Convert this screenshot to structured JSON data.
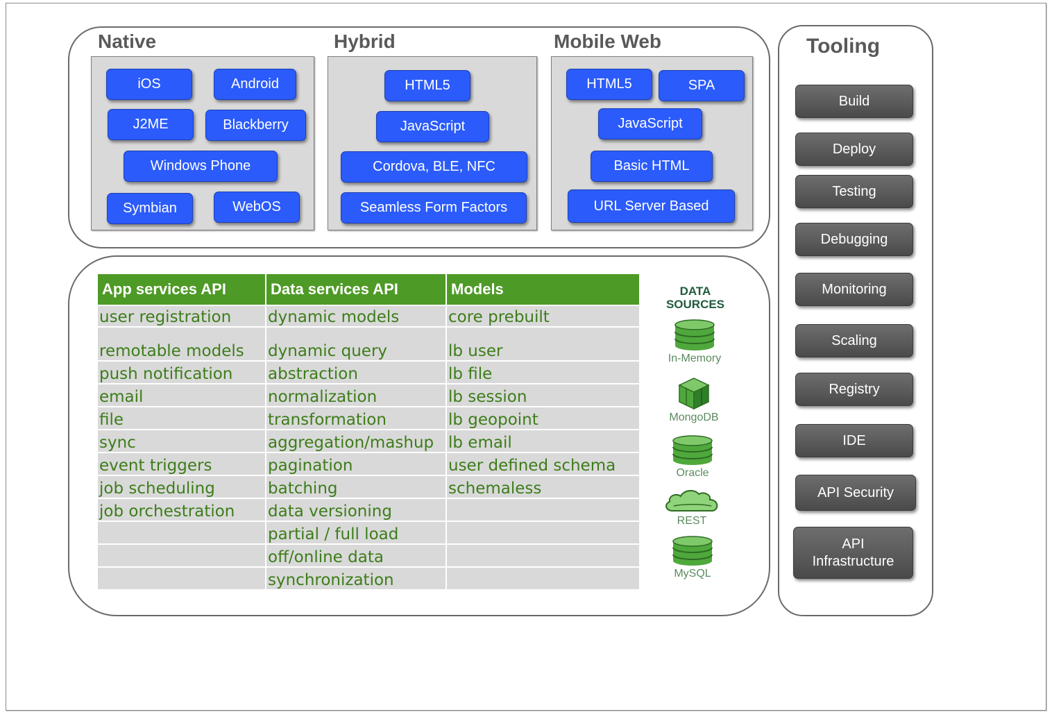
{
  "platforms": {
    "native": {
      "title": "Native",
      "items": [
        "iOS",
        "Android",
        "J2ME",
        "Blackberry",
        "Windows Phone",
        "Symbian",
        "WebOS"
      ]
    },
    "hybrid": {
      "title": "Hybrid",
      "items": [
        "HTML5",
        "JavaScript",
        "Cordova, BLE, NFC",
        "Seamless Form Factors"
      ]
    },
    "mobile_web": {
      "title": "Mobile Web",
      "items": [
        "HTML5",
        "SPA",
        "JavaScript",
        "Basic HTML",
        "URL Server Based"
      ]
    }
  },
  "api_table": {
    "headers": [
      "App services API",
      "Data services API",
      "Models"
    ],
    "rows": [
      [
        "user registration",
        "dynamic models",
        "core prebuilt"
      ],
      [
        "remotable models",
        "dynamic query",
        "lb user"
      ],
      [
        "push notification",
        "abstraction",
        "lb file"
      ],
      [
        "email",
        "normalization",
        "lb session"
      ],
      [
        "file",
        "transformation",
        "lb geopoint"
      ],
      [
        "sync",
        "aggregation/mashup",
        "lb email"
      ],
      [
        "event triggers",
        "pagination",
        "user defined schema"
      ],
      [
        "job scheduling",
        "batching",
        "schemaless"
      ],
      [
        "job orchestration",
        "data versioning",
        ""
      ],
      [
        "",
        "partial / full load",
        ""
      ],
      [
        "",
        "off/online data",
        ""
      ],
      [
        "",
        "synchronization",
        ""
      ]
    ]
  },
  "data_sources": {
    "title": "DATA\nSOURCES",
    "items": [
      {
        "label": "In-Memory",
        "icon": "database-cylinder-icon"
      },
      {
        "label": "MongoDB",
        "icon": "mongodb-cube-icon"
      },
      {
        "label": "Oracle",
        "icon": "database-cylinder-icon"
      },
      {
        "label": "REST",
        "icon": "cloud-icon"
      },
      {
        "label": "MySQL",
        "icon": "database-cylinder-icon"
      }
    ]
  },
  "tooling": {
    "title": "Tooling",
    "items": [
      "Build",
      "Deploy",
      "Testing",
      "Debugging",
      "Monitoring",
      "Scaling",
      "Registry",
      "IDE",
      "API Security",
      "API\nInfrastructure"
    ]
  },
  "colors": {
    "blue_button": "#2b5bfa",
    "green_header": "#4e9a26",
    "green_text": "#3d7d1a",
    "gray_box": "#d9d9d9",
    "tool_button": "#5a5a5a",
    "db_green": "#4fa83c"
  }
}
